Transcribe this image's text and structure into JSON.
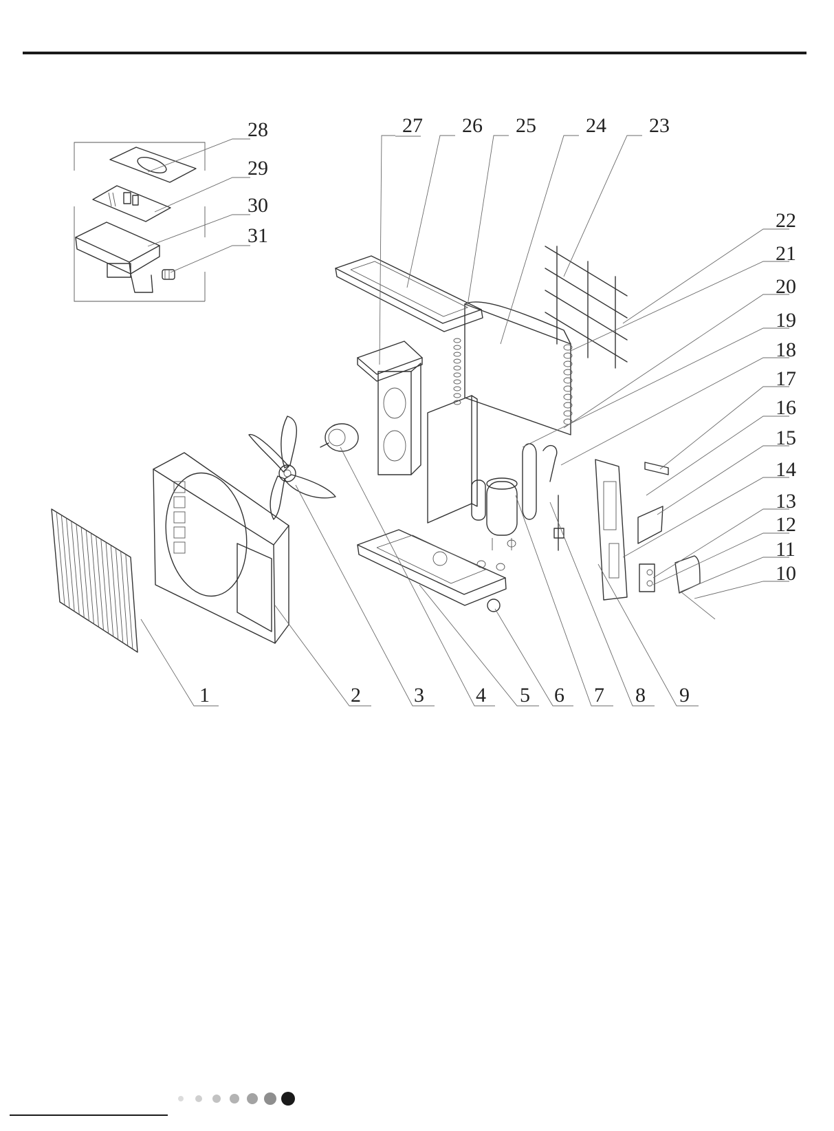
{
  "diagram": {
    "type": "exploded-view",
    "callouts": [
      "1",
      "2",
      "3",
      "4",
      "5",
      "6",
      "7",
      "8",
      "9",
      "10",
      "11",
      "12",
      "13",
      "14",
      "15",
      "16",
      "17",
      "18",
      "19",
      "20",
      "21",
      "22",
      "23",
      "24",
      "25",
      "26",
      "27",
      "28",
      "29",
      "30",
      "31"
    ]
  },
  "page_indicator": {
    "dot_colors": [
      "#dcdcdc",
      "#cfcfcf",
      "#c2c2c2",
      "#b3b3b3",
      "#a3a3a3",
      "#8e8e8e",
      "#1a1a1a"
    ],
    "active_index": 6
  }
}
